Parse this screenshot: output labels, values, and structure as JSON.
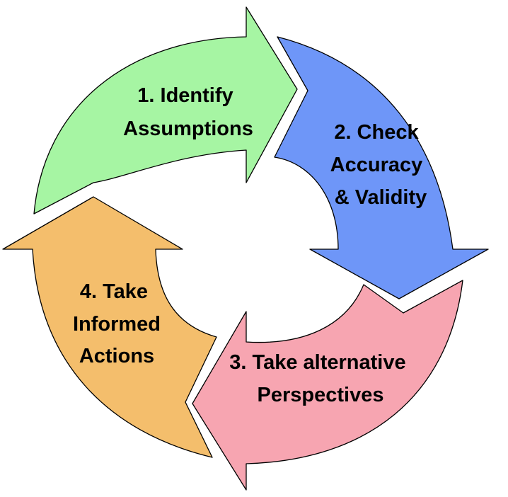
{
  "cycle": {
    "steps": [
      {
        "lines": [
          "1. Identify",
          "Assumptions"
        ],
        "color": "#A6F5A3"
      },
      {
        "lines": [
          "2. Check",
          "Accuracy",
          "& Validity"
        ],
        "color": "#6E96F8"
      },
      {
        "lines": [
          "3. Take alternative",
          "Perspectives"
        ],
        "color": "#F7A5B1"
      },
      {
        "lines": [
          "4. Take",
          "Informed",
          "Actions"
        ],
        "color": "#F4BE6C"
      }
    ],
    "outline_color": "#000000"
  }
}
